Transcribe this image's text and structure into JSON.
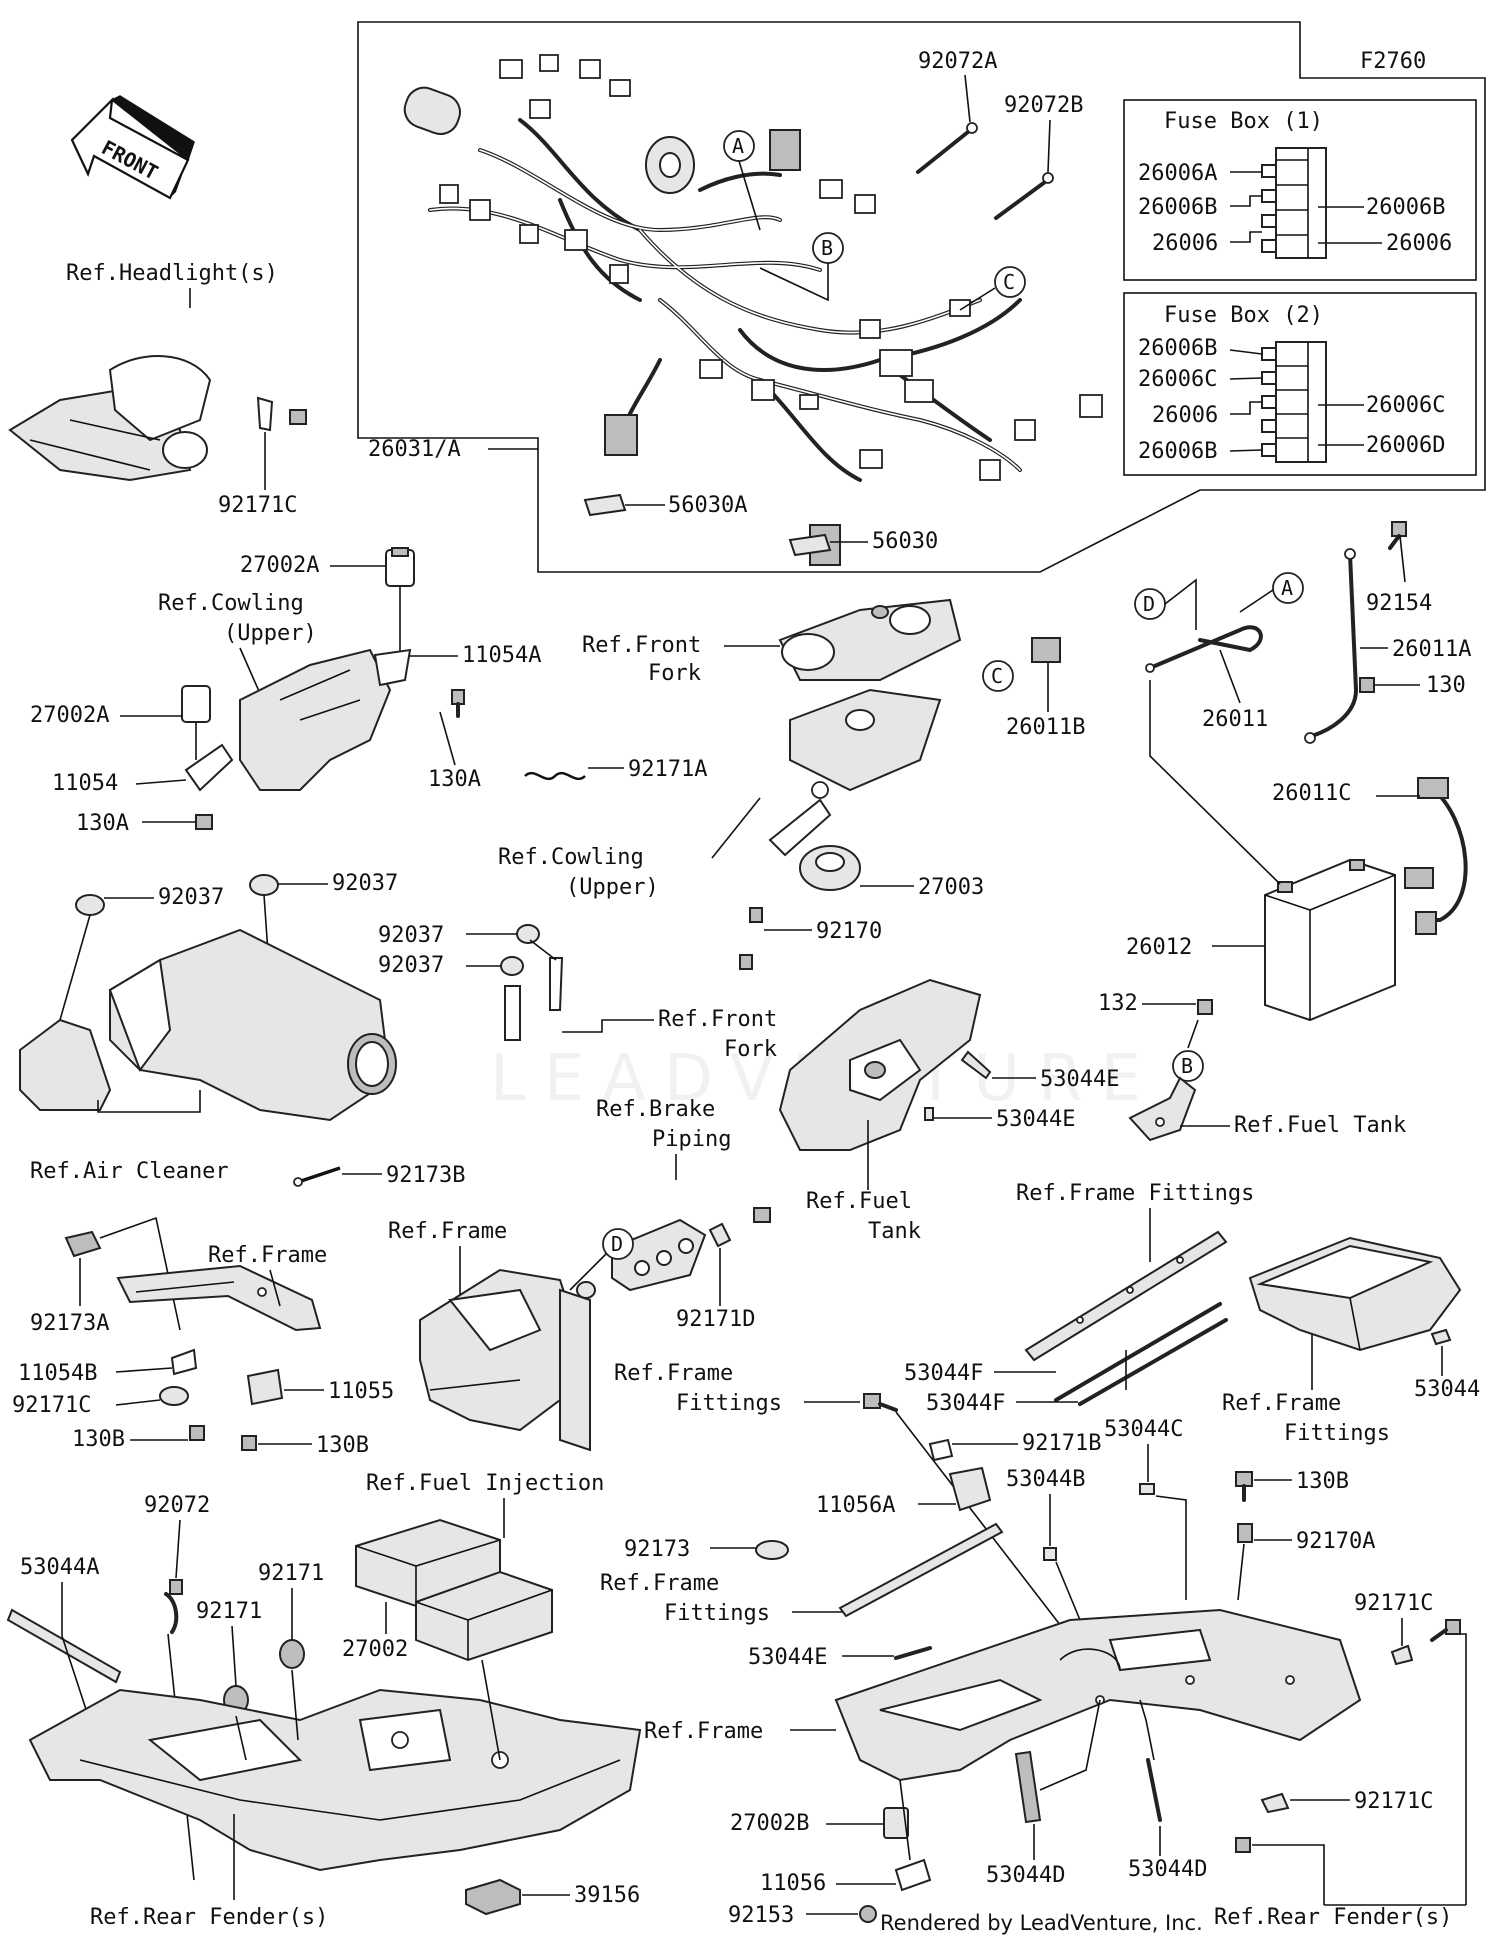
{
  "diagram_code": "F2760",
  "front_badge": "FRONT",
  "footer": "Rendered by LeadVenture, Inc.",
  "watermark": "LEADVENTURE",
  "fuse_boxes": [
    {
      "title": "Fuse Box (1)",
      "left": [
        "26006A",
        "26006B",
        "26006"
      ],
      "right": [
        "26006B",
        "26006"
      ]
    },
    {
      "title": "Fuse Box (2)",
      "left": [
        "26006B",
        "26006C",
        "26006",
        "26006B"
      ],
      "right": [
        "26006C",
        "26006D"
      ]
    }
  ],
  "callouts": [
    "A",
    "B",
    "C",
    "D"
  ],
  "labels": {
    "p92072A": "92072A",
    "p92072B": "92072B",
    "p26031A": "26031/A",
    "p56030A": "56030A",
    "p56030": "56030",
    "headlight": "Ref.Headlight(s)",
    "p92171C_top": "92171C",
    "p27002A_top": "27002A",
    "cowl1_a": "Ref.Cowling",
    "cowl1_b": "(Upper)",
    "p11054A": "11054A",
    "p27002A_l": "27002A",
    "p130A_r": "130A",
    "p11054": "11054",
    "p130A_l": "130A",
    "p92171A": "92171A",
    "fork1_a": "Ref.Front",
    "fork1_b": "Fork",
    "cowl2_a": "Ref.Cowling",
    "cowl2_b": "(Upper)",
    "p27003": "27003",
    "p92170": "92170",
    "p26011B": "26011B",
    "p92154": "92154",
    "p26011A": "26011A",
    "p130": "130",
    "p26011": "26011",
    "p26011C": "26011C",
    "p26012": "26012",
    "p132": "132",
    "fuel1": "Ref.Fuel Tank",
    "p92037_1": "92037",
    "p92037_2": "92037",
    "p92037_3": "92037",
    "p92037_4": "92037",
    "fork2_a": "Ref.Front",
    "fork2_b": "Fork",
    "p53044E_1": "53044E",
    "p53044E_2": "53044E",
    "aircleaner": "Ref.Air Cleaner",
    "p92173B": "92173B",
    "brake_a": "Ref.Brake",
    "brake_b": "Piping",
    "fuel2_a": "Ref.Fuel",
    "fuel2_b": "Tank",
    "ff1": "Ref.Frame Fittings",
    "frame1": "Ref.Frame",
    "frame2": "Ref.Frame",
    "p92173A": "92173A",
    "p92171D": "92171D",
    "p11054B": "11054B",
    "p92171C_mid": "92171C",
    "p11055": "11055",
    "p130B_1": "130B",
    "p130B_2": "130B",
    "p53044F_1": "53044F",
    "p53044F_2": "53044F",
    "p53044": "53044",
    "ff2_a": "Ref.Frame",
    "ff2_b": "Fittings",
    "ff3_a": "Ref.Frame",
    "ff3_b": "Fittings",
    "p92171B": "92171B",
    "p53044C": "53044C",
    "p53044B": "53044B",
    "p11056A": "11056A",
    "p130B_3": "130B",
    "p92170A": "92170A",
    "fuelinj": "Ref.Fuel Injection",
    "p92072": "92072",
    "p53044A": "53044A",
    "p92171_1": "92171",
    "p92171_2": "92171",
    "p27002": "27002",
    "p92173": "92173",
    "ff4_a": "Ref.Frame",
    "ff4_b": "Fittings",
    "p53044E_3": "53044E",
    "frame3": "Ref.Frame",
    "p92171C_bot1": "92171C",
    "p92171C_bot2": "92171C",
    "p27002B": "27002B",
    "p11056": "11056",
    "p53044D_1": "53044D",
    "p53044D_2": "53044D",
    "p92153": "92153",
    "rearfender1": "Ref.Rear Fender(s)",
    "p39156": "39156",
    "rearfender2": "Ref.Rear Fender(s)"
  }
}
